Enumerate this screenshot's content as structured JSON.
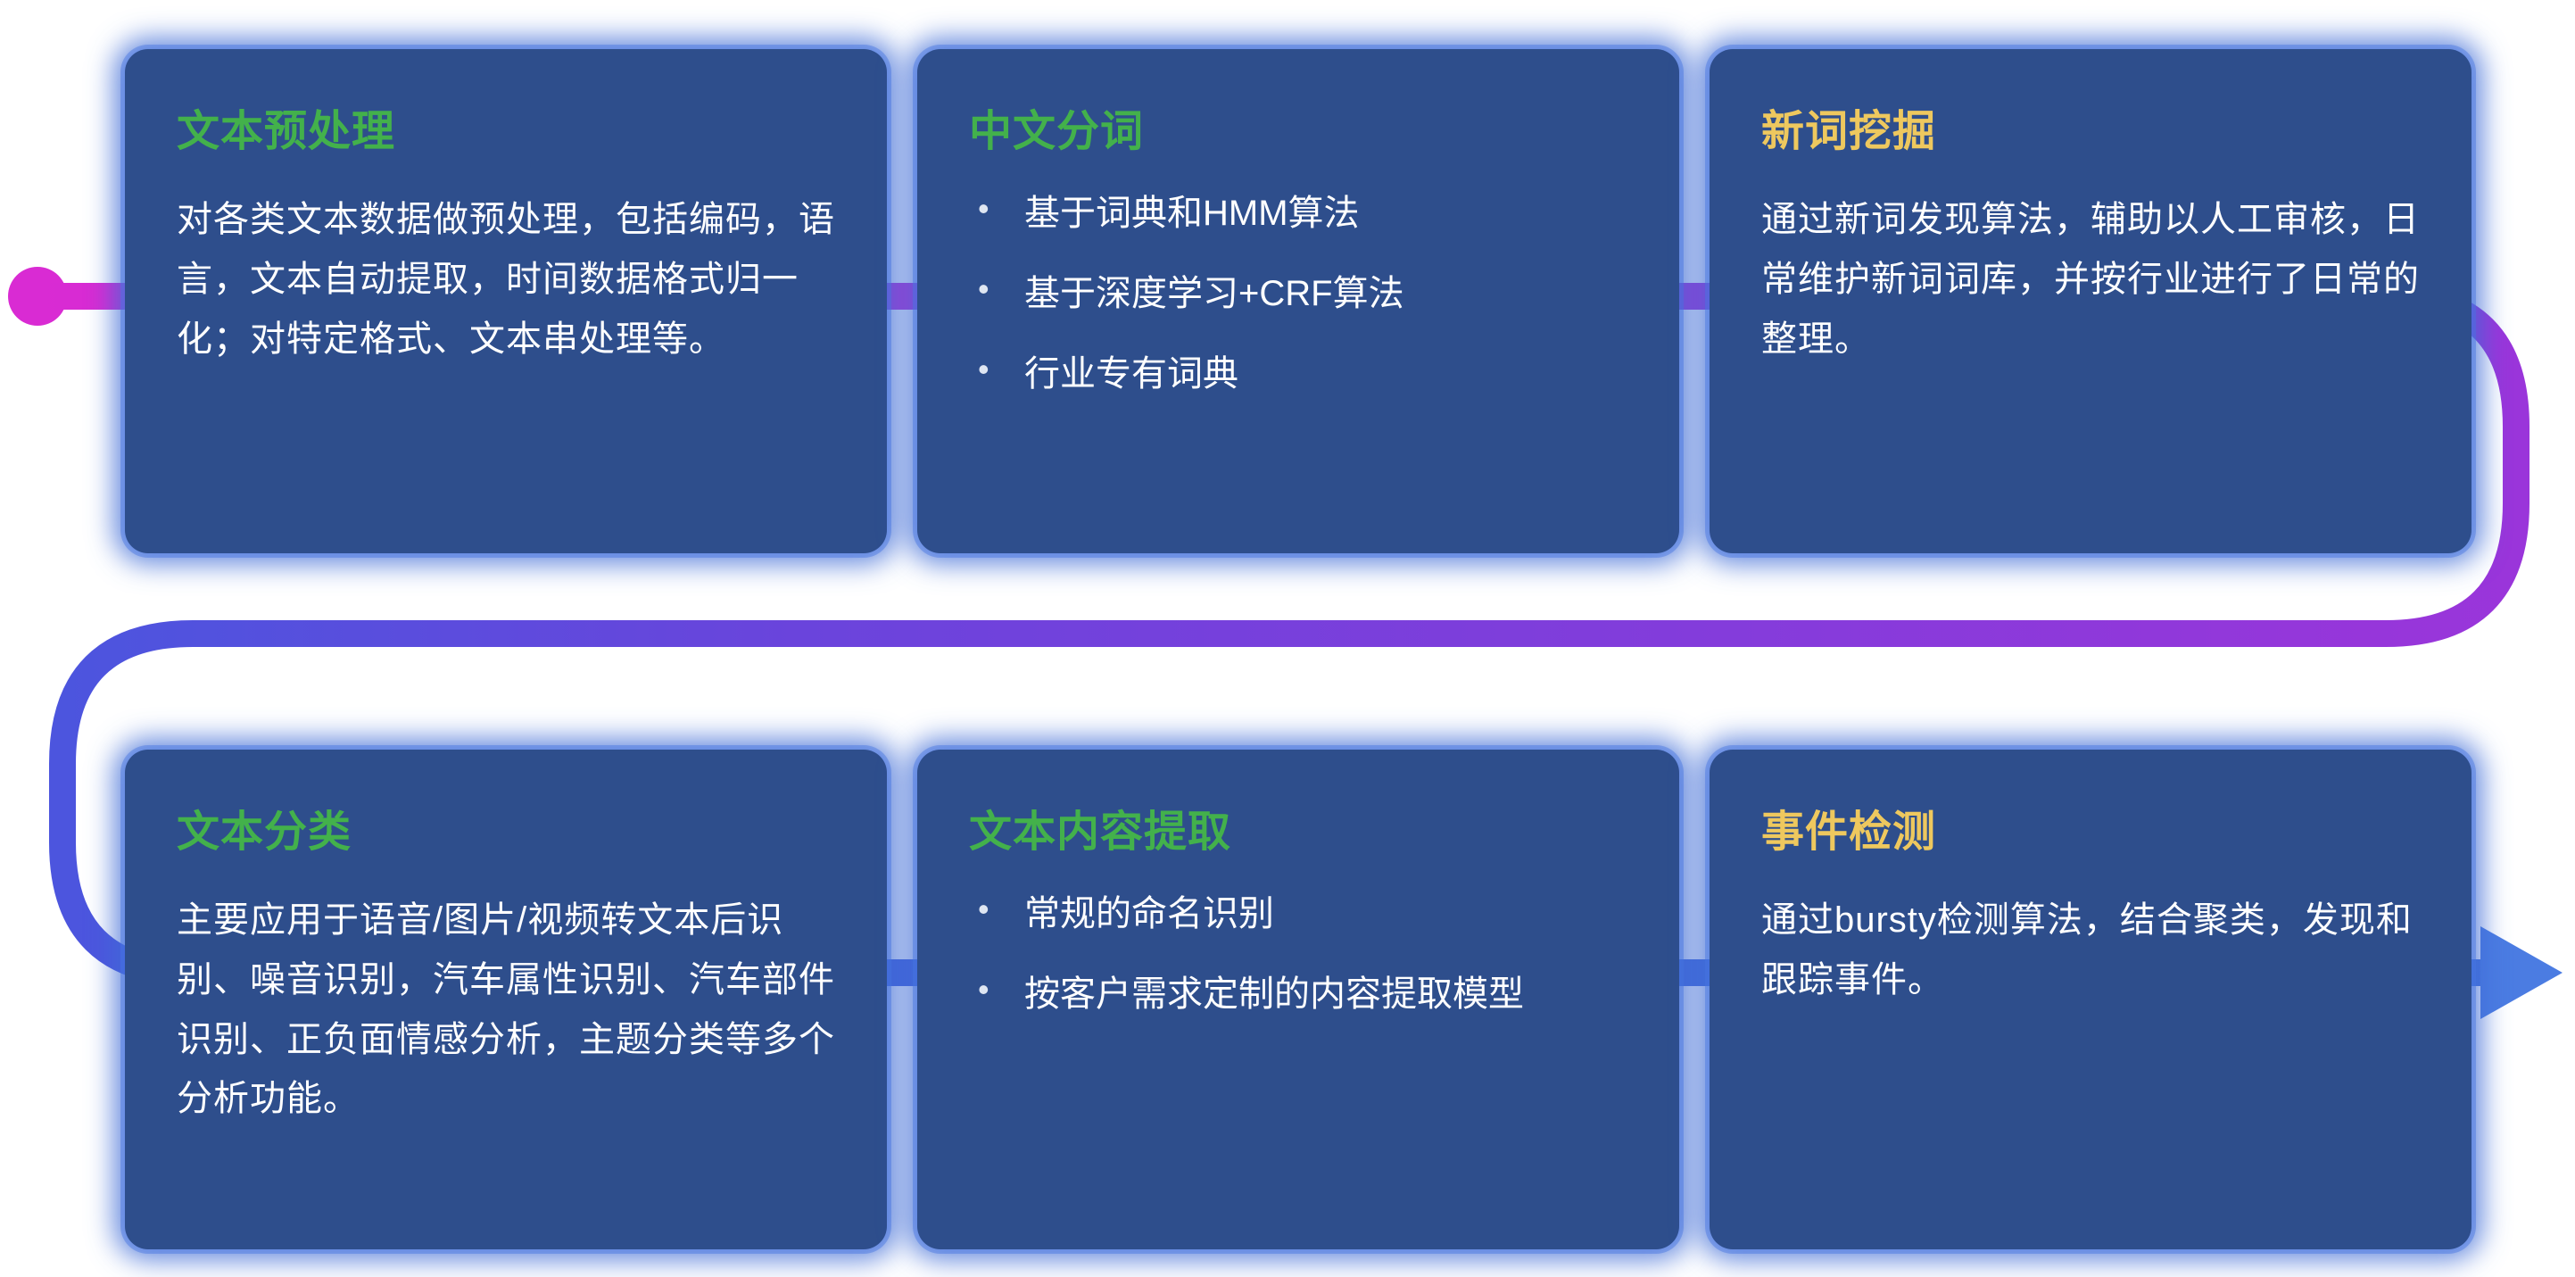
{
  "diagram_title": "NLP text processing pipeline",
  "colors": {
    "card_bg": "#2e4e8c",
    "card_glow": "#3f6cd6",
    "title_green": "#43b14b",
    "title_yellow": "#eec85e",
    "body_text": "#ffffff",
    "flow_magenta": "#d92bd3",
    "flow_purple": "#9a35da",
    "flow_blue": "#4573de"
  },
  "flow": {
    "start_marker": "magenta-dot",
    "end_marker": "blue-arrow-right",
    "direction": "row1 left-to-right, loops down, row2 left-to-right"
  },
  "cards": [
    {
      "title": "文本预处理",
      "body": "对各类文本数据做预处理，包括编码，语言，文本自动提取，时间数据格式归一化；对特定格式、文本串处理等。"
    },
    {
      "title": "中文分词",
      "bullets": [
        "基于词典和HMM算法",
        "基于深度学习+CRF算法",
        "行业专有词典"
      ]
    },
    {
      "title": "新词挖掘",
      "body": "通过新词发现算法，辅助以人工审核，日常维护新词词库，并按行业进行了日常的整理。"
    },
    {
      "title": "文本分类",
      "body": "主要应用于语音/图片/视频转文本后识别、噪音识别，汽车属性识别、汽车部件识别、正负面情感分析，主题分类等多个分析功能。"
    },
    {
      "title": "文本内容提取",
      "bullets": [
        "常规的命名识别",
        "按客户需求定制的内容提取模型"
      ]
    },
    {
      "title": "事件检测",
      "body": "通过bursty检测算法，结合聚类，发现和跟踪事件。"
    }
  ]
}
